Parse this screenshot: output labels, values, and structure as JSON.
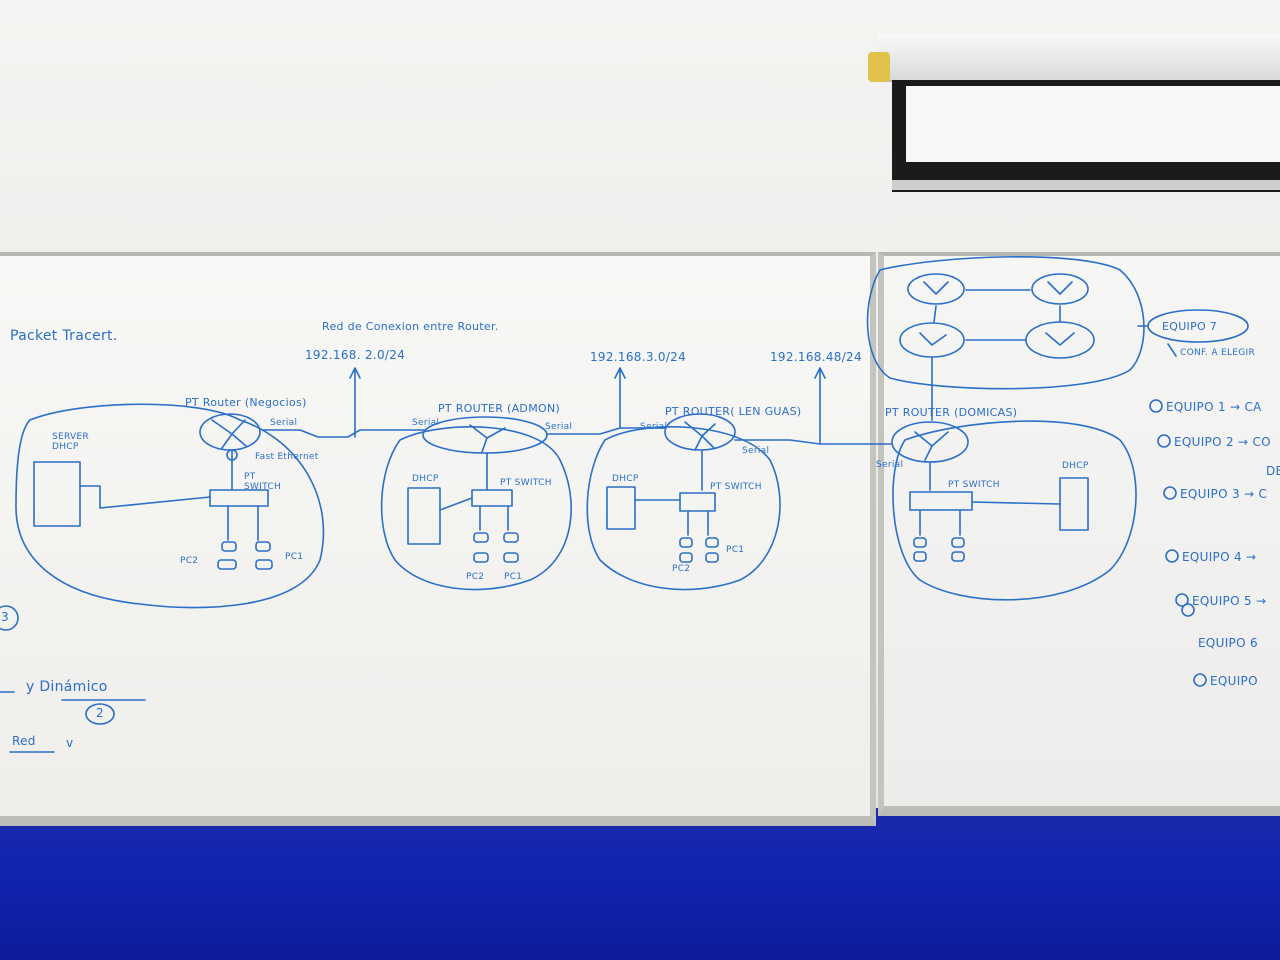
{
  "board_left": {
    "title": "Packet Tracert.",
    "net_caption": "Red de Conexion entre Router.",
    "net1": "192.168. 2.0/24",
    "net2": "192.168.3.0/24",
    "net3": "192.168.48/24",
    "router_negocios": "PT Router (Negocios)",
    "router_admon": "PT ROUTER (ADMON)",
    "router_lenguas": "PT ROUTER( LEN GUAS)",
    "router_domicas": "PT ROUTER (DOMICAS)",
    "serial": "Serial",
    "fastethernet": "Fast Ethernet",
    "server_dhcp": "SERVER DHCP",
    "dhcp": "DHCP",
    "pt_switch": "PT SWITCH",
    "pc1": "PC1",
    "pc2": "PC2",
    "num3": "3",
    "dinamico": "y Dinámico",
    "num2": "2",
    "red": "Red",
    "v": "v"
  },
  "board_right": {
    "equipo7": "EQUIPO 7",
    "conf": "CONF. A ELEGIR",
    "equipos": [
      "EQUIPO 1 → CA",
      "EQUIPO 2 → CO",
      "EQUIPO 3 → C",
      "EQUIPO 4 →",
      "EQUIPO 5 →",
      "EQUIPO 6",
      "EQUIPO"
    ],
    "de": "DE"
  },
  "colors": {
    "marker": "#2a6fc8",
    "floor": "#1124b0",
    "wall": "#f2f2f0"
  }
}
